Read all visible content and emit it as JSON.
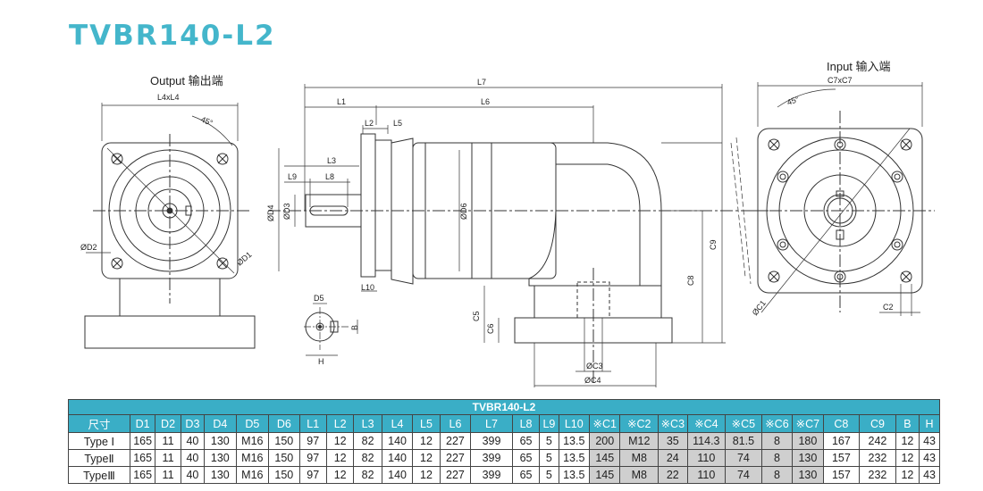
{
  "title": "TVBR140-L2",
  "views": {
    "output_label": "Output 输出端",
    "input_label": "Input 输入端"
  },
  "dims": {
    "L4xL4": "L4xL4",
    "angle": "45°",
    "D2": "ØD2",
    "D1": "ØD1",
    "L7": "L7",
    "L1": "L1",
    "L6": "L6",
    "L2": "L2",
    "L5": "L5",
    "L3": "L3",
    "L9": "L9",
    "L8": "L8",
    "D4": "ØD4",
    "D3": "ØD3",
    "D6": "ØD6",
    "L10": "L10",
    "C9": "C9",
    "C8": "C8",
    "C5": "C5",
    "C6": "C6",
    "C3": "ØC3",
    "C4": "ØC4",
    "D5": "D5",
    "B": "B",
    "H": "H",
    "C7xC7": "C7xC7",
    "C1": "ØC1",
    "C2": "C2"
  },
  "colors": {
    "accent": "#44b6cb",
    "header": "#3aaec6",
    "shaded": "#cfcfcf"
  },
  "table": {
    "caption": "TVBR140-L2",
    "headers": [
      "尺寸",
      "D1",
      "D2",
      "D3",
      "D4",
      "D5",
      "D6",
      "L1",
      "L2",
      "L3",
      "L4",
      "L5",
      "L6",
      "L7",
      "L8",
      "L9",
      "L10",
      "※C1",
      "※C2",
      "※C3",
      "※C4",
      "※C5",
      "※C6",
      "※C7",
      "C8",
      "C9",
      "B",
      "H"
    ],
    "rows": [
      [
        "Type Ⅰ",
        "165",
        "11",
        "40",
        "130",
        "M16",
        "150",
        "97",
        "12",
        "82",
        "140",
        "12",
        "227",
        "399",
        "65",
        "5",
        "13.5",
        "200",
        "M12",
        "35",
        "114.3",
        "81.5",
        "8",
        "180",
        "167",
        "242",
        "12",
        "43"
      ],
      [
        "TypeⅡ",
        "165",
        "11",
        "40",
        "130",
        "M16",
        "150",
        "97",
        "12",
        "82",
        "140",
        "12",
        "227",
        "399",
        "65",
        "5",
        "13.5",
        "145",
        "M8",
        "24",
        "110",
        "74",
        "8",
        "130",
        "157",
        "232",
        "12",
        "43"
      ],
      [
        "TypeⅢ",
        "165",
        "11",
        "40",
        "130",
        "M16",
        "150",
        "97",
        "12",
        "82",
        "140",
        "12",
        "227",
        "399",
        "65",
        "5",
        "13.5",
        "145",
        "M8",
        "22",
        "110",
        "74",
        "8",
        "130",
        "157",
        "232",
        "12",
        "43"
      ]
    ]
  }
}
